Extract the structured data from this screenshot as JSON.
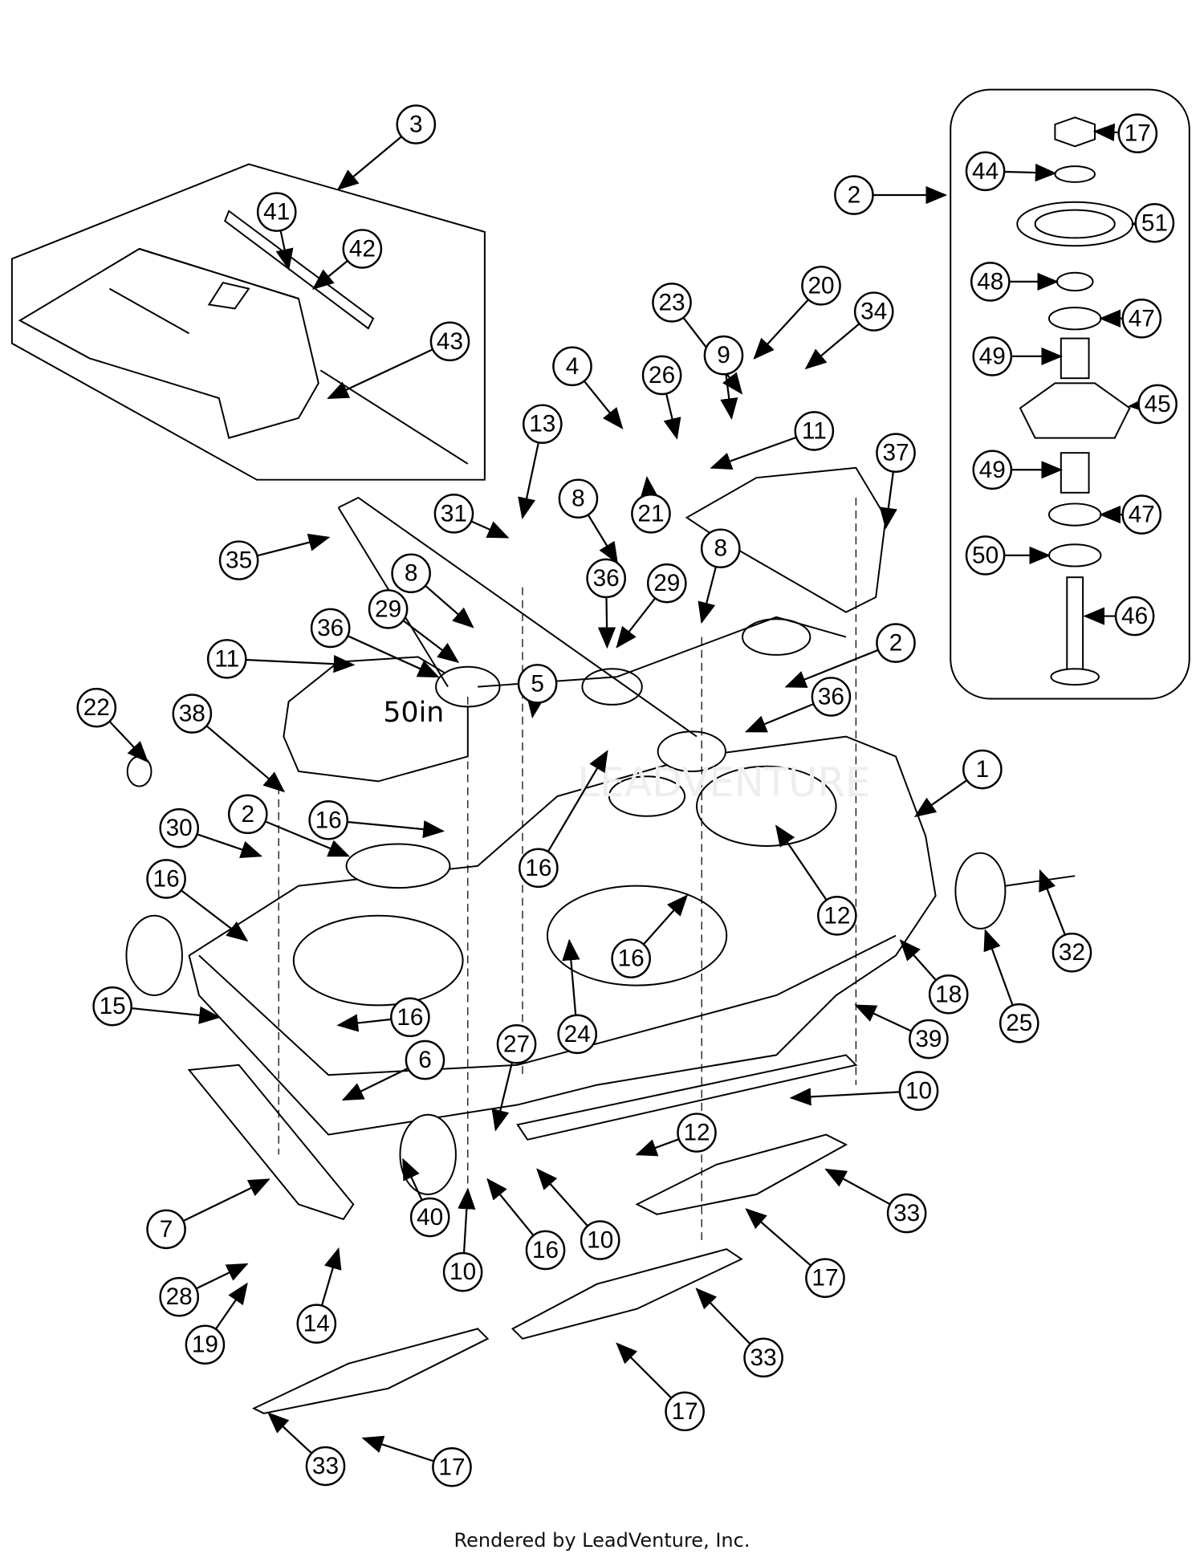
{
  "diagram": {
    "callouts": [
      "3",
      "41",
      "42",
      "43",
      "2",
      "17",
      "44",
      "51",
      "48",
      "47",
      "49",
      "45",
      "49",
      "47",
      "50",
      "46",
      "20",
      "34",
      "23",
      "9",
      "26",
      "4",
      "13",
      "11",
      "37",
      "21",
      "31",
      "8",
      "35",
      "36",
      "29",
      "8",
      "8",
      "29",
      "36",
      "2",
      "11",
      "22",
      "5",
      "38",
      "36",
      "1",
      "30",
      "2",
      "16",
      "16",
      "12",
      "16",
      "16",
      "32",
      "18",
      "25",
      "24",
      "39",
      "15",
      "16",
      "6",
      "27",
      "10",
      "12",
      "33",
      "7",
      "40",
      "16",
      "10",
      "10",
      "17",
      "28",
      "19",
      "14",
      "33",
      "17",
      "33",
      "17"
    ],
    "deck_label": "50in",
    "watermark": "LEADVENTURE"
  },
  "footer": {
    "text": "Rendered by LeadVenture, Inc."
  }
}
